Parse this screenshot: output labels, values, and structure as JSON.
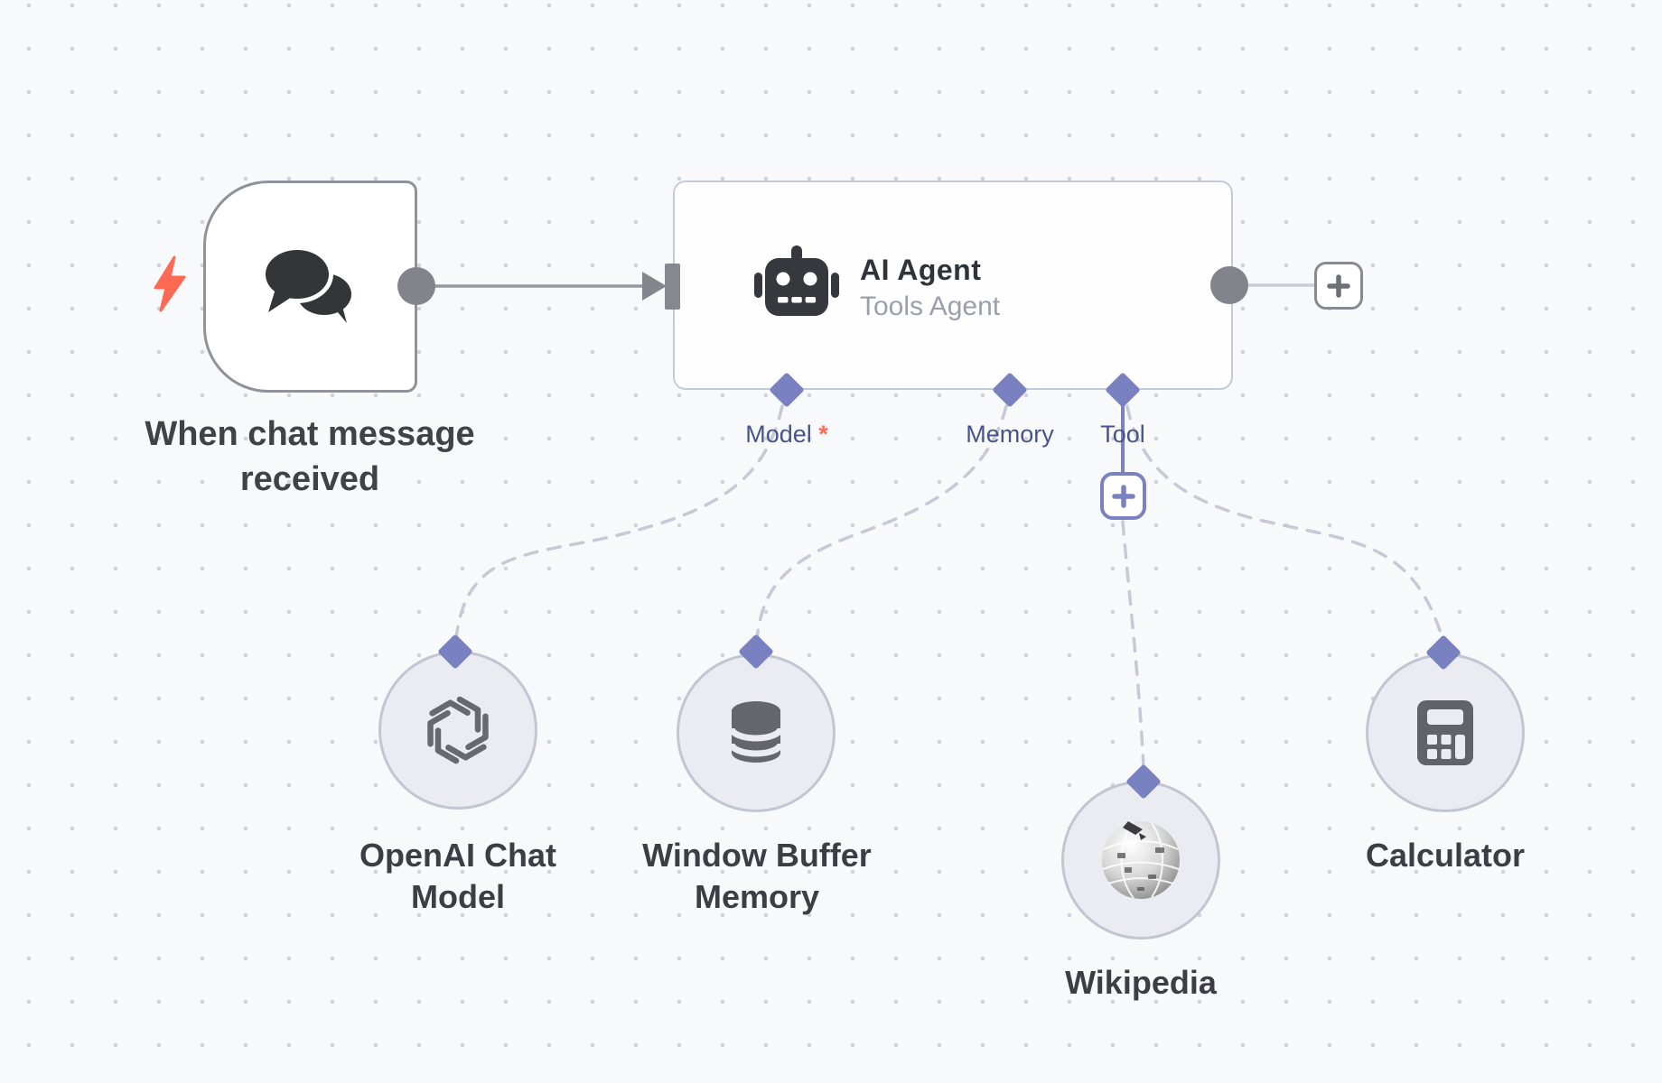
{
  "colors": {
    "accent_purple": "#7a81c0",
    "trigger_badge_red": "#ff6a55",
    "connector_gray": "#97999f",
    "node_border_gray": "#c4c9d6",
    "canvas_dot": "#d2d5df"
  },
  "trigger_node": {
    "label_line1": "When chat message",
    "label_line2": "received",
    "icon": "chat-bubbles-icon",
    "badge_icon": "lightning-bolt-icon"
  },
  "agent_node": {
    "title": "AI Agent",
    "subtitle": "Tools Agent",
    "icon": "robot-icon",
    "inputs": [
      {
        "label": "Model",
        "required_marker": "*"
      },
      {
        "label": "Memory"
      },
      {
        "label": "Tool"
      }
    ]
  },
  "add_buttons": {
    "output_plus": "+",
    "tool_plus": "+"
  },
  "sub_nodes": [
    {
      "id": "openai-chat-model",
      "label_line1": "OpenAI Chat",
      "label_line2": "Model",
      "icon": "openai-logo-icon"
    },
    {
      "id": "window-buffer-memory",
      "label_line1": "Window Buffer",
      "label_line2": "Memory",
      "icon": "database-icon"
    },
    {
      "id": "wikipedia",
      "label_line1": "Wikipedia",
      "icon": "wikipedia-globe-icon"
    },
    {
      "id": "calculator",
      "label_line1": "Calculator",
      "icon": "calculator-icon"
    }
  ]
}
